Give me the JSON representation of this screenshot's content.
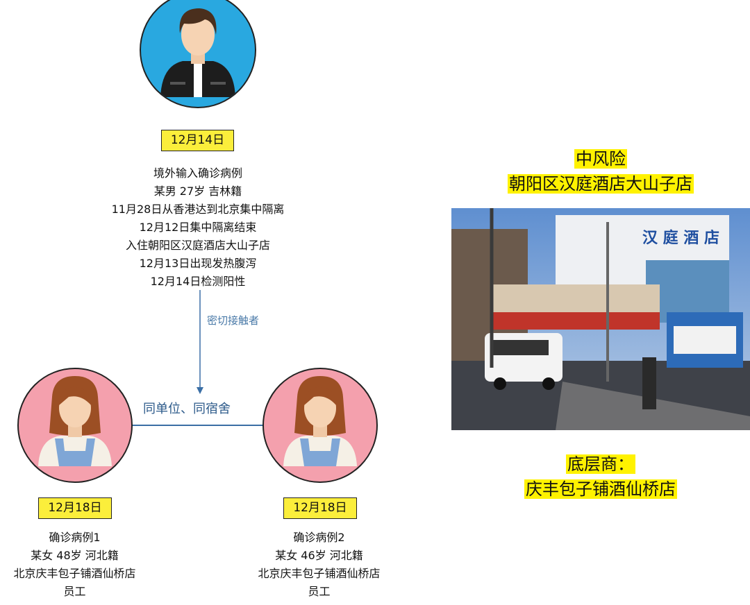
{
  "source_case": {
    "date": "12月14日",
    "lines": [
      "境外输入确诊病例",
      "某男 27岁 吉林籍",
      "11月28日从香港达到北京集中隔离",
      "12月12日集中隔离结束",
      "入住朝阳区汉庭酒店大山子店",
      "12月13日出现发热腹泻",
      "12月14日检测阳性"
    ]
  },
  "arrow_label": "密切接触者",
  "link_label": "同单位、同宿舍",
  "case1": {
    "date": "12月18日",
    "lines": [
      "确诊病例1",
      "某女  48岁 河北籍",
      "北京庆丰包子铺酒仙桥店",
      "员工"
    ]
  },
  "case2": {
    "date": "12月18日",
    "lines": [
      "确诊病例2",
      "某女  46岁 河北籍",
      "北京庆丰包子铺酒仙桥店",
      "员工"
    ]
  },
  "risk": {
    "level": "中风险",
    "location": "朝阳区汉庭酒店大山子店"
  },
  "shop": {
    "label": "底层商：",
    "name": "庆丰包子铺酒仙桥店"
  },
  "photo": {
    "sign": "汉 庭 酒 店"
  },
  "colors": {
    "male_bg": "#29a8e0",
    "female_bg": "#f4a0ad",
    "highlight": "#fff200",
    "line": "#3a6ea5"
  }
}
